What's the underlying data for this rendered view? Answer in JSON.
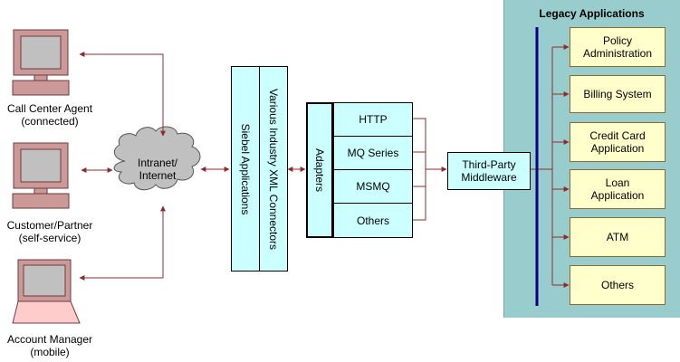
{
  "users": {
    "call_center_agent": {
      "line1": "Call Center Agent",
      "line2": "(connected)"
    },
    "customer_partner": {
      "line1": "Customer/Partner",
      "line2": "(self-service)"
    },
    "account_manager": {
      "line1": "Account Manager",
      "line2": "(mobile)"
    }
  },
  "network": {
    "label": "Intranet/\nInternet"
  },
  "siebel": {
    "applications_label": "Siebel Applications",
    "connectors_label": "Various Industry XML Connectors"
  },
  "adapters": {
    "label": "Adapters",
    "items": [
      "HTTP",
      "MQ Series",
      "MSMQ",
      "Others"
    ]
  },
  "middleware": {
    "label": "Third-Party\nMiddleware"
  },
  "legacy": {
    "title": "Legacy Applications",
    "items": [
      "Policy\nAdministration",
      "Billing System",
      "Credit Card\nApplication",
      "Loan\nApplication",
      "ATM",
      "Others"
    ]
  },
  "colors": {
    "connector": "#8c2b2b",
    "box_fill": "#ccffff",
    "legacy_panel": "#99cccc",
    "legacy_item_fill": "#ffffcc",
    "bus_line": "#000080",
    "computer_body": "#cc9999",
    "screen": "#c0c0c0"
  }
}
